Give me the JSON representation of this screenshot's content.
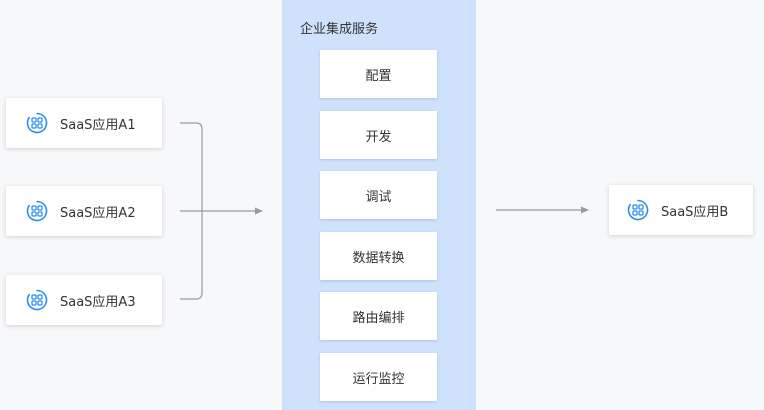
{
  "sources": [
    {
      "label": "SaaS应用A1",
      "icon": "apps-grid-icon"
    },
    {
      "label": "SaaS应用A2",
      "icon": "apps-grid-icon"
    },
    {
      "label": "SaaS应用A3",
      "icon": "apps-grid-icon"
    }
  ],
  "hub": {
    "title": "企业集成服务",
    "services": [
      "配置",
      "开发",
      "调试",
      "数据转换",
      "路由编排",
      "运行监控"
    ]
  },
  "target": {
    "label": "SaaS应用B",
    "icon": "apps-grid-icon"
  },
  "colors": {
    "panel": "#cfe2fd",
    "icon": "#2a8ef0",
    "connector": "#9a9a9a",
    "background": "#f7f8fa"
  }
}
